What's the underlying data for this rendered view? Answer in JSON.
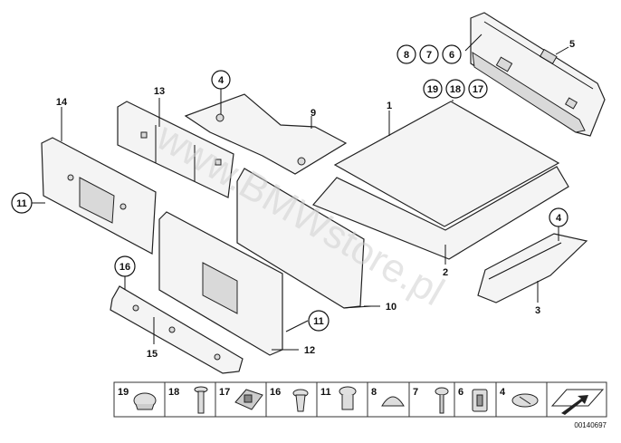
{
  "watermark": "www.BMWstore.pl",
  "document_number": "00140697",
  "callouts": {
    "c1": "1",
    "c2": "2",
    "c3": "3",
    "c4a": "4",
    "c4b": "4",
    "c5": "5",
    "c6": "6",
    "c7": "7",
    "c8": "8",
    "c9": "9",
    "c10": "10",
    "c11a": "11",
    "c11b": "11",
    "c12": "12",
    "c13": "13",
    "c14": "14",
    "c15": "15",
    "c16": "16",
    "c17": "17",
    "c18": "18",
    "c19": "19"
  },
  "legend": [
    {
      "num": "19",
      "icon": "cap-plug-icon"
    },
    {
      "num": "18",
      "icon": "expansion-rivet-icon"
    },
    {
      "num": "17",
      "icon": "clip-nut-icon"
    },
    {
      "num": "16",
      "icon": "push-pin-icon"
    },
    {
      "num": "11",
      "icon": "spreader-rivet-icon"
    },
    {
      "num": "8",
      "icon": "round-cap-icon"
    },
    {
      "num": "7",
      "icon": "screw-icon"
    },
    {
      "num": "6",
      "icon": "square-nut-icon"
    },
    {
      "num": "4",
      "icon": "round-clip-icon"
    },
    {
      "num": "",
      "icon": "arrow-direction-icon"
    }
  ]
}
